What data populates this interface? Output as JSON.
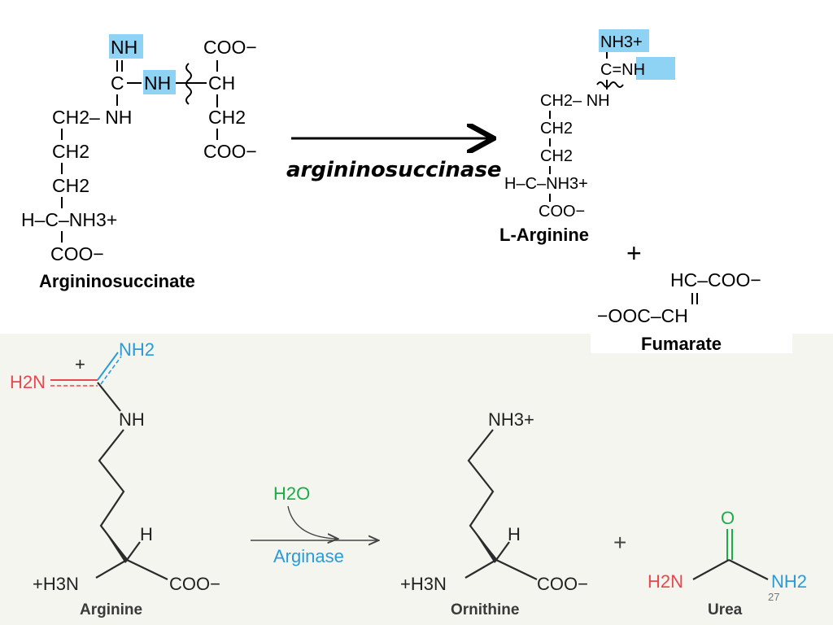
{
  "top_reaction": {
    "substrate_name": "Argininosuccinate",
    "enzyme": "argininosuccinase",
    "product_name": "L-Arginine",
    "plus": "+",
    "fumarate_name": "Fumarate",
    "substrate_groups": {
      "nh_top": "NH",
      "coo_top": "COO−",
      "c_center": "C",
      "nh_link": "NH",
      "ch_right": "CH",
      "ch2_nh": "CH2– NH",
      "ch2_right": "CH2",
      "coo_right": "COO−",
      "ch2_a": "CH2",
      "ch2_b": "CH2",
      "h_c_nh3": "H–C–NH3+",
      "coo_bottom": "COO−"
    },
    "product_groups": {
      "nh3": "NH3+",
      "c_eq_nh": "C=NH",
      "ch2_nh": "CH2– NH",
      "ch2_a": "CH2",
      "ch2_b": "CH2",
      "h_c_nh3": "H–C–NH3+",
      "coo": "COO−"
    },
    "fumarate_groups": {
      "row1": "HC–COO−",
      "row2": "−OOC–CH"
    }
  },
  "bottom_reaction": {
    "arginine_name": "Arginine",
    "arginine_groups": {
      "plus": "+",
      "nh2_blue": "NH2",
      "h2n_red": "H2N",
      "nh": "NH",
      "h": "H",
      "h3n": "+H3N",
      "coo": "COO−"
    },
    "water": "H2O",
    "enzyme": "Arginase",
    "ornithine_name": "Ornithine",
    "ornithine_groups": {
      "nh3": "NH3+",
      "h": "H",
      "h3n": "+H3N",
      "coo": "COO−"
    },
    "plus": "+",
    "urea_name": "Urea",
    "urea_groups": {
      "o": "O",
      "h2n": "H2N",
      "nh2": "NH2"
    }
  },
  "page_number": "27",
  "colors": {
    "highlight": "#8fd3f4",
    "bottom_background": "#f4f5ef",
    "nitrogen_red": "#e8474f",
    "nitrogen_blue": "#2a9bd5",
    "water_green": "#1faa4a",
    "enzyme_blue": "#2a9bd5"
  }
}
